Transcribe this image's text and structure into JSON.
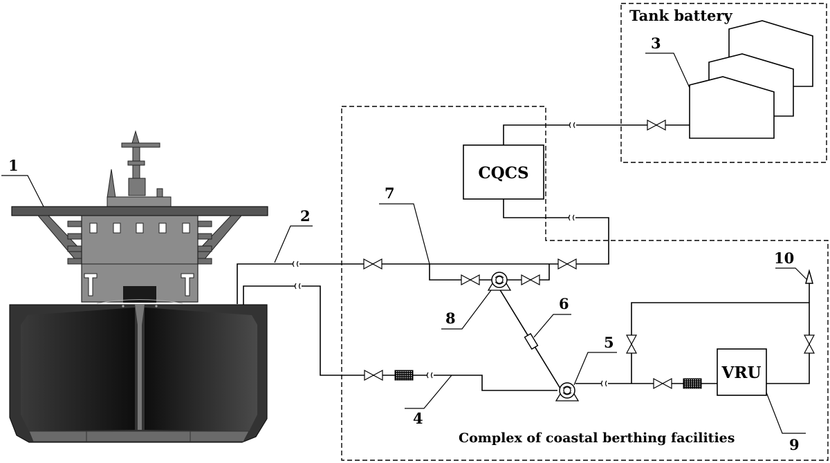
{
  "labels": {
    "tank_battery": "Tank battery",
    "cqcs": "CQCS",
    "vru": "VRU",
    "complex": "Complex of coastal berthing facilities"
  },
  "numbers": {
    "n1": "1",
    "n2": "2",
    "n3": "3",
    "n4": "4",
    "n5": "5",
    "n6": "6",
    "n7": "7",
    "n8": "8",
    "n9": "9",
    "n10": "10"
  },
  "colors": {
    "line": "#000000",
    "hull_dark": "#1f1f1f",
    "hull_mid": "#5a5a5a",
    "superstructure": "#8c8c8c",
    "deck": "#555555"
  }
}
